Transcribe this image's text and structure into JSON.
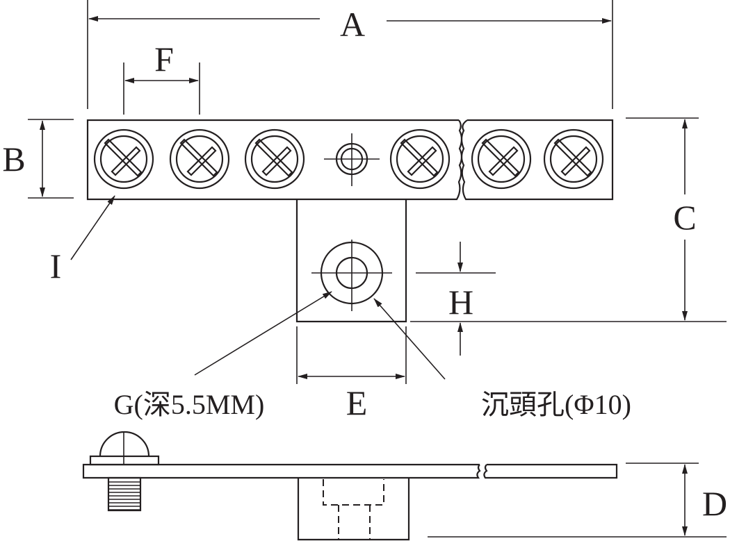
{
  "labels": {
    "A": "A",
    "B": "B",
    "C": "C",
    "D": "D",
    "E": "E",
    "F": "F",
    "H": "H",
    "I": "I",
    "G": "G(深5.5MM)",
    "countersink": "沉頭孔(Φ10)"
  },
  "colors": {
    "line": "#231f20",
    "background": "#ffffff"
  }
}
